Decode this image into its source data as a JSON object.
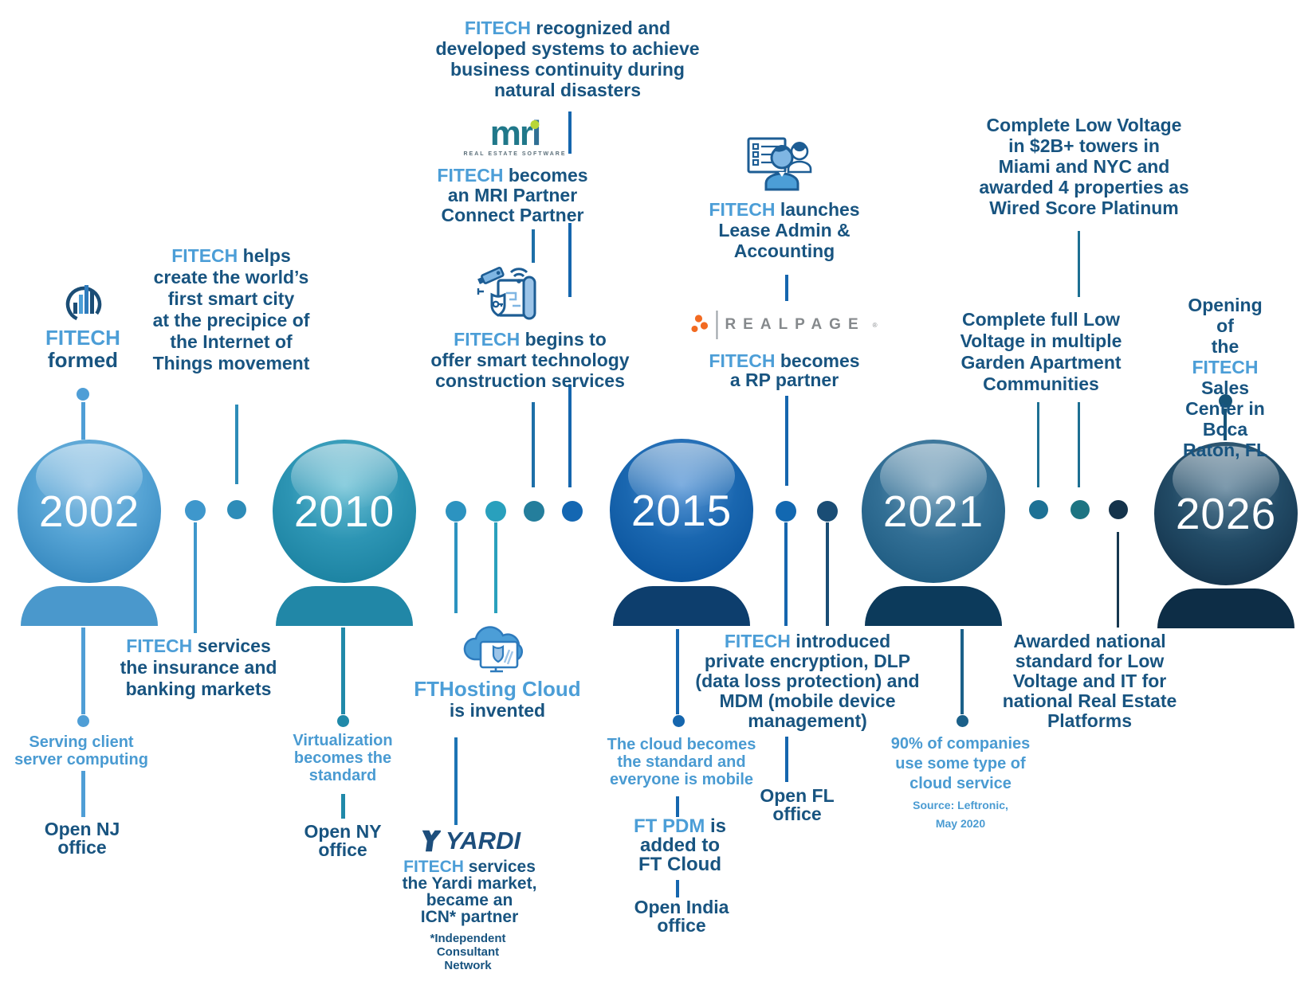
{
  "brand": "FITECH",
  "colors": {
    "brand_light": "#4C9ED7",
    "dark_text": "#185480",
    "light_text": "#4A9BD2",
    "realpage_orange": "#F26A21",
    "mri_lime": "#B8D637",
    "sphere_2002": "#3A8CC2",
    "sphere_2010": "#1E85A4",
    "sphere_2015": "#0D57A0",
    "sphere_2021": "#215E84",
    "sphere_2026": "#163750"
  },
  "years": [
    "2002",
    "2010",
    "2015",
    "2021",
    "2026"
  ],
  "events": {
    "formed": {
      "brand": "FITECH",
      "text": "\nformed"
    },
    "smart_city": {
      "brand": "FITECH",
      "text": " helps\ncreate the world’s\nfirst smart city\nat the precipice of\nthe Internet of\nThings movement"
    },
    "disaster": {
      "brand": "FITECH",
      "text": " recognized and\ndeveloped systems to achieve\nbusiness continuity during\nnatural disasters"
    },
    "mri_partner": {
      "brand": "FITECH",
      "text": " becomes\nan MRI Partner\nConnect Partner"
    },
    "smart_constr": {
      "brand": "FITECH",
      "text": " begins to\noffer smart technology\nconstruction services"
    },
    "lease": {
      "brand": "FITECH",
      "text": " launches\nLease Admin &\nAccounting"
    },
    "rp_partner": {
      "brand": "FITECH",
      "text": " becomes\na RP partner"
    },
    "towers": {
      "text": "Complete Low Voltage\nin $2B+ towers in\nMiami and NYC and\nawarded 4 properties as\nWired Score Platinum"
    },
    "garden": {
      "text": "Complete full Low\nVoltage in multiple\nGarden Apartment\nCommunities"
    },
    "opening": {
      "pre": "Opening of\nthe ",
      "brand": "FITECH",
      "post": "\nSales Center in\nBoca Raton, FL"
    },
    "insurance": {
      "brand": "FITECH",
      "text": " services\nthe insurance and\nbanking markets"
    },
    "serving": {
      "text": "Serving client\nserver computing"
    },
    "open_nj": {
      "text": "Open NJ\noffice"
    },
    "virtualization": {
      "text": "Virtualization\nbecomes the\nstandard"
    },
    "open_ny": {
      "text": "Open NY\noffice"
    },
    "fthosting": {
      "title": "FTHosting Cloud",
      "text": "\nis invented"
    },
    "yardi_services": {
      "brand": "FITECH",
      "text": " services\nthe Yardi market,\nbecame an\nICN* partner",
      "footnote": "*Independent\nConsultant\nNetwork"
    },
    "cloud_standard": {
      "text": "The cloud becomes\nthe standard and\neveryone is mobile"
    },
    "ftpdm": {
      "title": "FT PDM",
      "text": " is\nadded to\nFT Cloud"
    },
    "open_india": {
      "text": "Open India\noffice"
    },
    "encryption": {
      "brand": "FITECH",
      "text": " introduced\nprivate encryption, DLP\n(data loss protection) and\nMDM (mobile device\nmanagement)"
    },
    "open_fl": {
      "text": "Open FL\noffice"
    },
    "ninety": {
      "text": "90% of companies\nuse some type of\ncloud service",
      "source": "Source: Leftronic,\nMay 2020"
    },
    "awarded": {
      "text": "Awarded national\nstandard for Low\nVoltage and IT for\nnational Real Estate\nPlatforms"
    }
  },
  "logos": {
    "mri": {
      "m": "m",
      "r": "r",
      "i": "i",
      "tagline": "REAL ESTATE SOFTWARE"
    },
    "realpage": {
      "text": "REALPAGE",
      "reg": "®"
    },
    "yardi": {
      "text": "YARDI"
    }
  }
}
